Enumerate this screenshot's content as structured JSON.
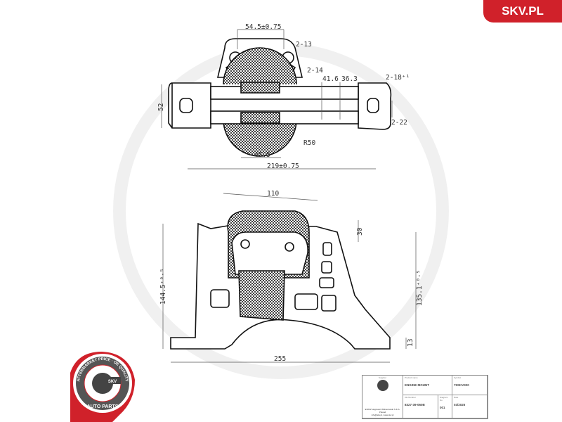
{
  "brand": {
    "label": "SKV.PL",
    "color": "#d0212a"
  },
  "top_view": {
    "dims": [
      "54.5±0.75",
      "2-13",
      "2-14",
      "41.6",
      "36.3",
      "2-18⁺¹",
      "52",
      "2-22",
      "R50",
      "45.5",
      "219±0.75"
    ]
  },
  "side_view": {
    "dims": [
      "110",
      "30",
      "144.5⁺⁰·⁵",
      "135.1⁺⁰·⁵",
      "13",
      "255"
    ]
  },
  "badge": {
    "top_text": "AFTERMARKET PRICE · OE QUALITY",
    "center_text": "SKV",
    "bottom_text": "AUTO PARTS"
  },
  "title_block": {
    "supplier_label": "Supplier",
    "supplier_lines": [
      "ESKW Hagmann Wittnerowski S.K.A.",
      "Poland",
      "info@skv.pl, www.skv.pl"
    ],
    "product_label": "Product name",
    "product_value": "ENGINE MOUNT",
    "symbol_label": "Symbol",
    "symbol_value": "75SKV320",
    "oe_label": "OE Number",
    "oe_value": "8327-39-060B",
    "diagram_label": "Diagram No",
    "diagram_value": "001",
    "date_label": "Date",
    "date_value": "03/2025"
  }
}
